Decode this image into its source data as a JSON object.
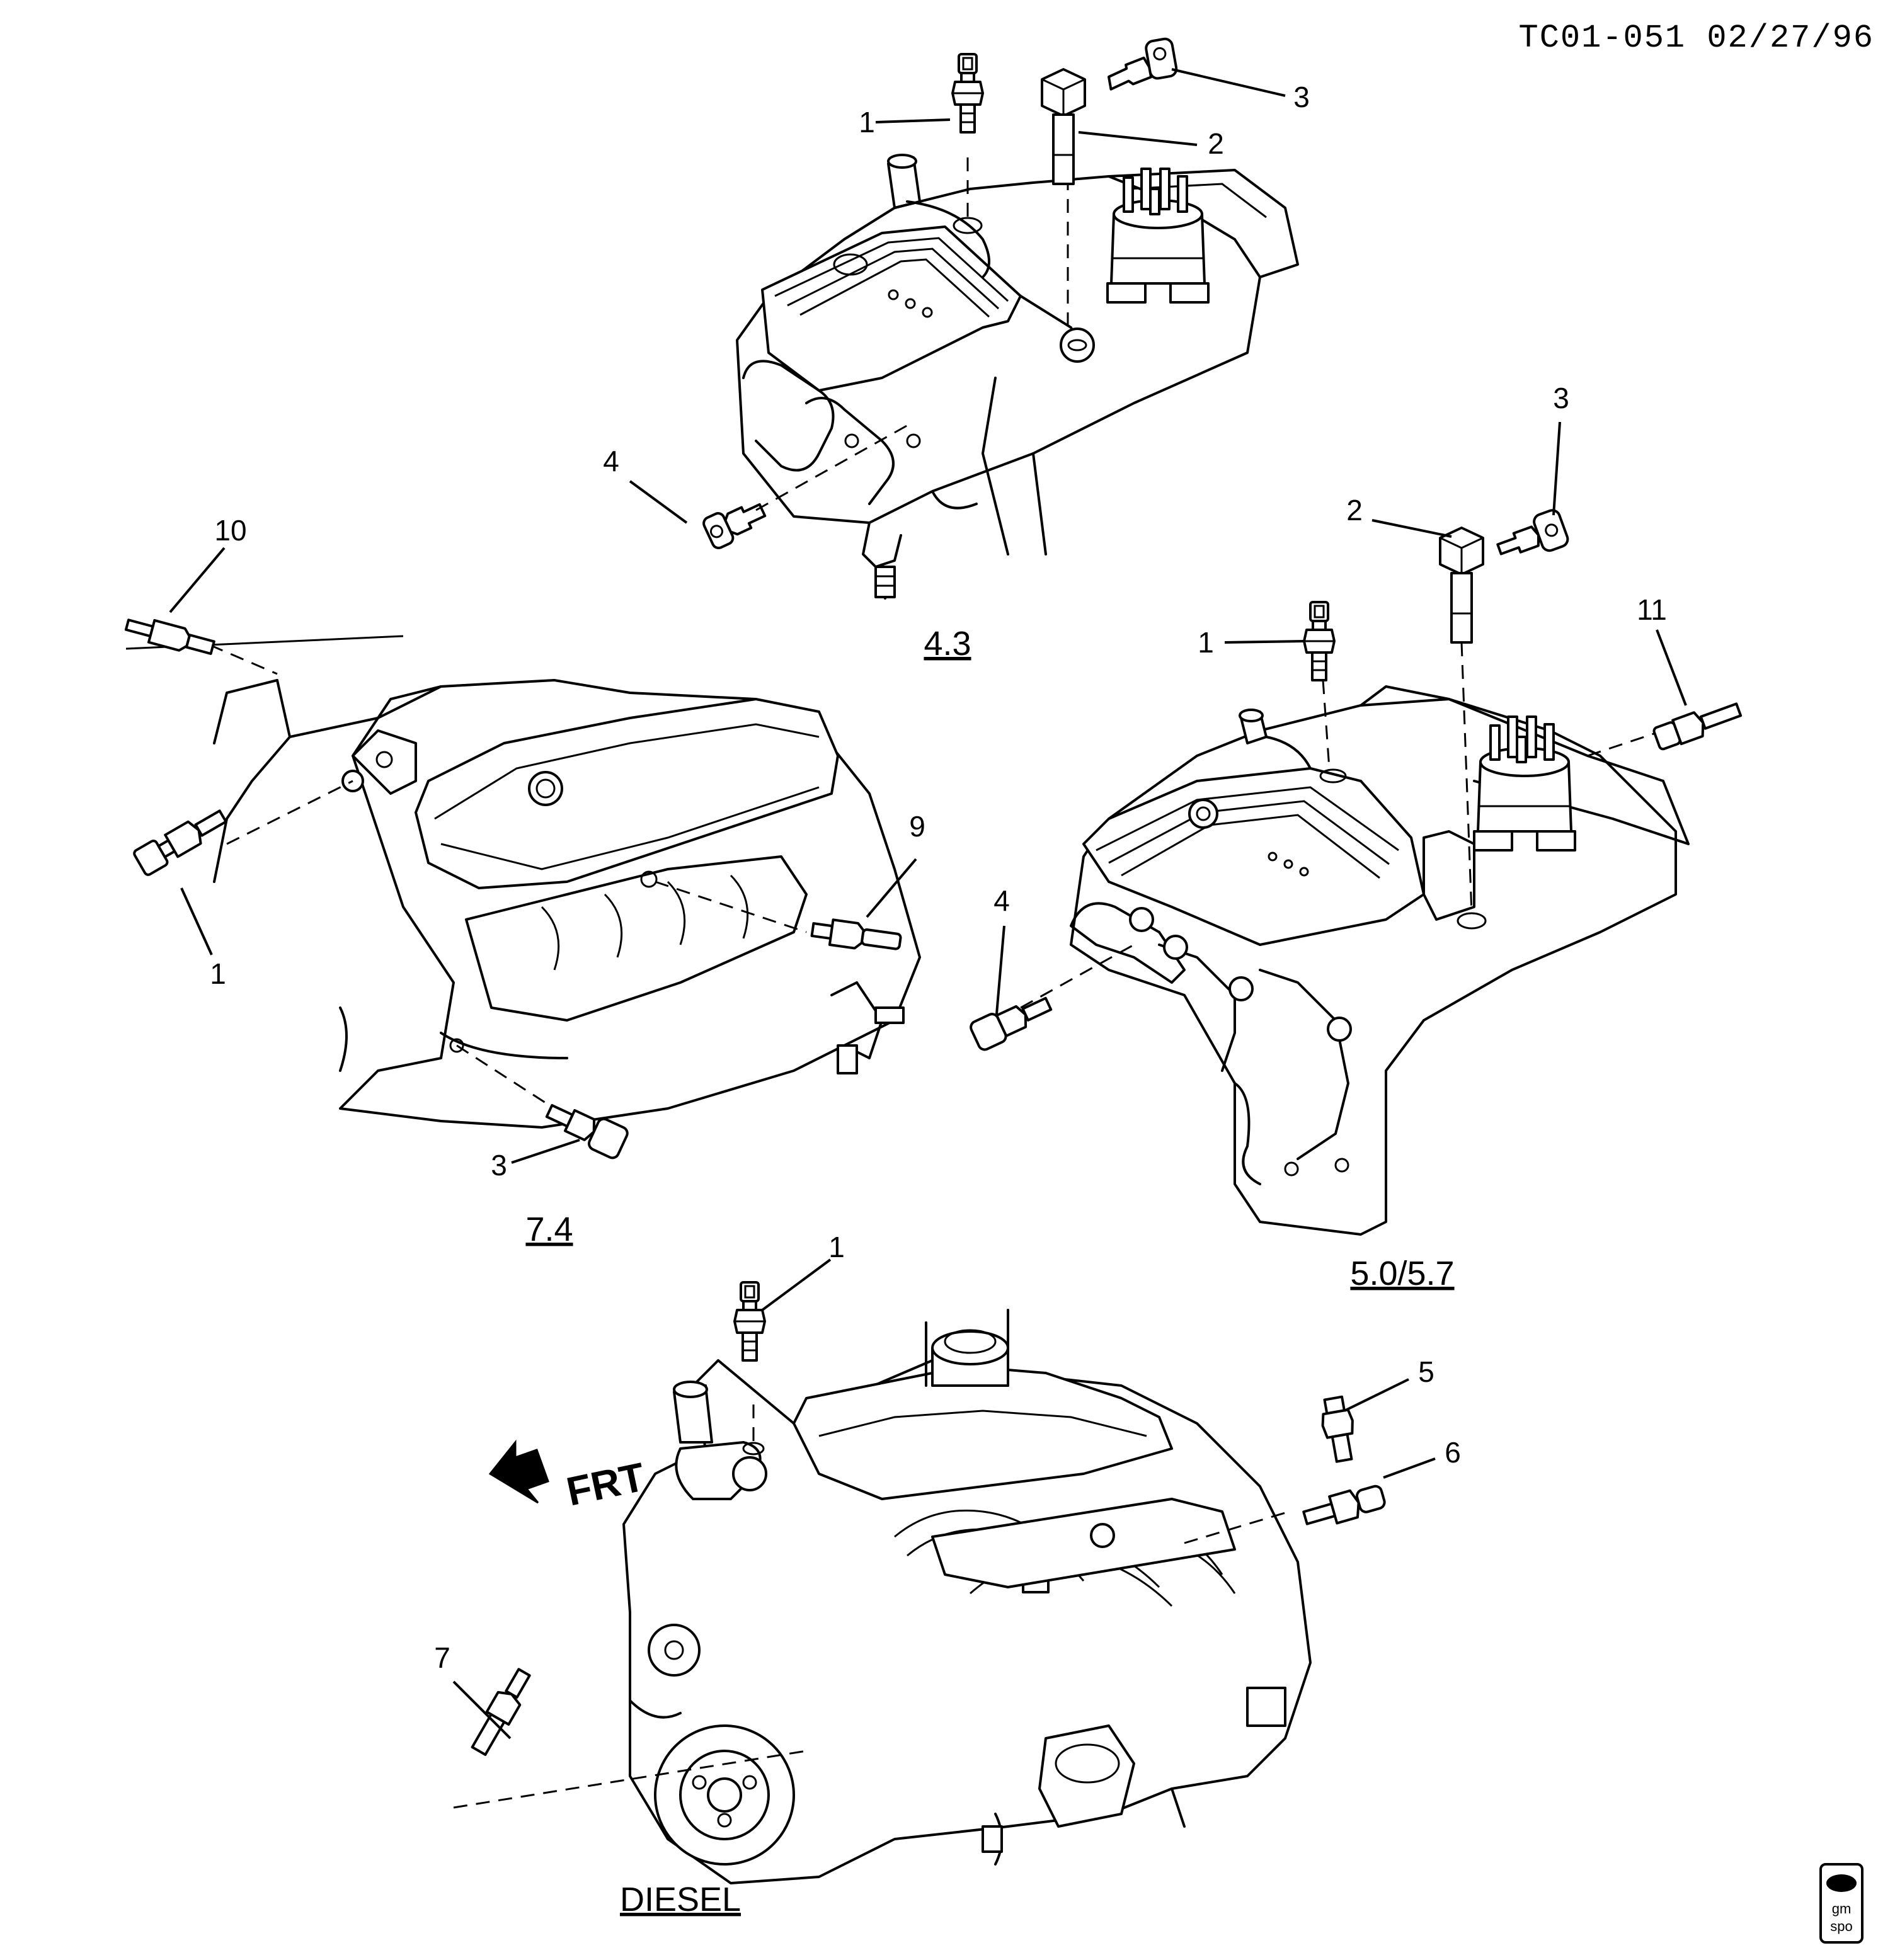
{
  "header": {
    "code": "TC01-051 02/27/96"
  },
  "engines": {
    "v6": {
      "label": "4.3"
    },
    "bigblock": {
      "label": "7.4"
    },
    "smallblock": {
      "label": "5.0/5.7"
    },
    "diesel": {
      "label": "DIESEL"
    }
  },
  "callouts": {
    "v6": [
      "1",
      "2",
      "3",
      "4"
    ],
    "bigblock": [
      "10",
      "1",
      "9",
      "3"
    ],
    "smallblock": [
      "3",
      "2",
      "1",
      "11",
      "4"
    ],
    "diesel": [
      "1",
      "5",
      "6",
      "7"
    ]
  },
  "direction": {
    "label": "FRT"
  },
  "logo": {
    "line1": "gm",
    "line2": "spo"
  }
}
